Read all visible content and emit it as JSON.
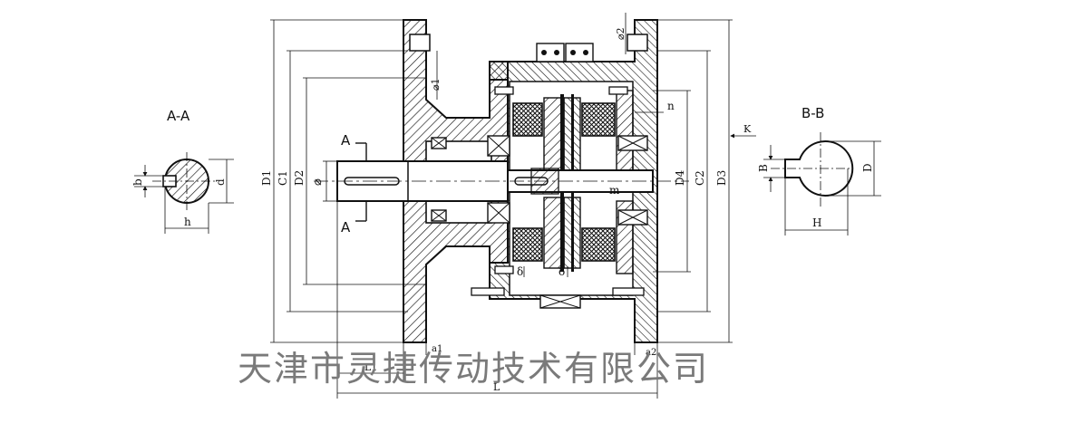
{
  "section_aa": {
    "title": "A-A",
    "dim_b": "b",
    "dim_d": "d",
    "dim_h": "h"
  },
  "section_bb": {
    "title": "B-B",
    "dim_B": "B",
    "dim_D": "D",
    "dim_H": "H"
  },
  "main_view": {
    "section_mark_top": "A",
    "section_mark_bottom": "A",
    "dims_left": [
      "D1",
      "C1",
      "D2",
      "⌀"
    ],
    "dims_right": [
      "D4",
      "C2",
      "D3"
    ],
    "phi1": "⌀1",
    "phi2": "⌀2",
    "n": "n",
    "k": "K",
    "m": "m",
    "delta_left": "δ",
    "delta_right": "δ",
    "a1": "a1",
    "a2": "a2",
    "L1": "L1",
    "L": "L"
  },
  "watermark": "天津市灵捷传动技术有限公司"
}
